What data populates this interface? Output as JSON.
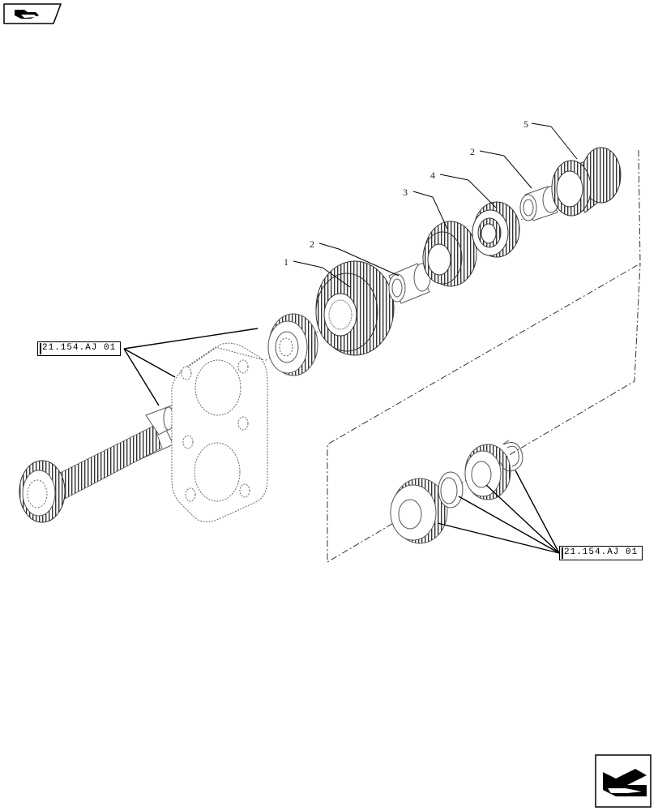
{
  "callouts": [
    "1",
    "2",
    "3",
    "4",
    "5",
    "2"
  ],
  "references": {
    "left": "21.154.AJ 01",
    "right": "21.154.AJ 01"
  },
  "icons": {
    "top_nav": "previous-page-icon",
    "bottom_nav": "next-page-icon"
  },
  "colors": {
    "ink": "#000000",
    "part_outline": "#555555"
  }
}
